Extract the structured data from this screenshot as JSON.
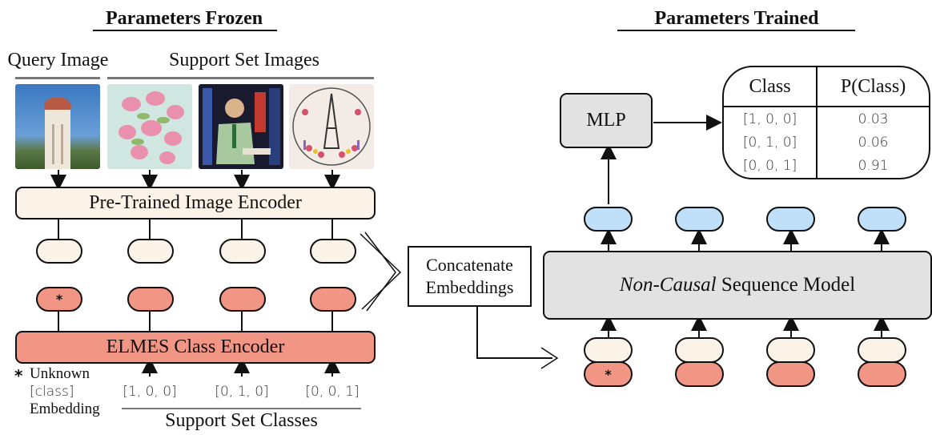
{
  "left_panel": {
    "title": "Parameters Frozen",
    "query_label": "Query Image",
    "support_label": "Support Set Images",
    "images": [
      {
        "name": "query-image-tower",
        "description": "Tower with red dome against blue sky"
      },
      {
        "name": "support-image-flowers",
        "description": "Pink tulip painting"
      },
      {
        "name": "support-image-stained-glass",
        "description": "Stained glass man at desk"
      },
      {
        "name": "support-image-eiffel",
        "description": "Embroidered Eiffel tower"
      }
    ],
    "image_encoder_label": "Pre-Trained Image Encoder",
    "class_encoder_label": "ELMES Class Encoder",
    "unknown_marker": "*",
    "footnote": {
      "marker": "*",
      "lines": [
        "Unknown",
        "[class]",
        "Embedding"
      ]
    },
    "support_classes": [
      "[1, 0, 0]",
      "[0, 1, 0]",
      "[0, 0, 1]"
    ],
    "support_classes_label": "Support Set Classes"
  },
  "middle": {
    "concat_lines": [
      "Concatenate",
      "Embeddings"
    ]
  },
  "right_panel": {
    "title": "Parameters Trained",
    "mlp_label": "MLP",
    "sequence_model_italic": "Non-Causal",
    "sequence_model_rest": " Sequence Model",
    "unknown_marker": "*",
    "table": {
      "headers": [
        "Class",
        "P(Class)"
      ],
      "rows": [
        [
          "[1, 0, 0]",
          "0.03"
        ],
        [
          "[0, 1, 0]",
          "0.06"
        ],
        [
          "[0, 0, 1]",
          "0.91"
        ]
      ]
    }
  },
  "colors": {
    "image_embedding": "#fbf3e8",
    "class_embedding": "#f19585",
    "output_embedding": "#bfe0f8",
    "model_box": "#e2e2e2"
  }
}
